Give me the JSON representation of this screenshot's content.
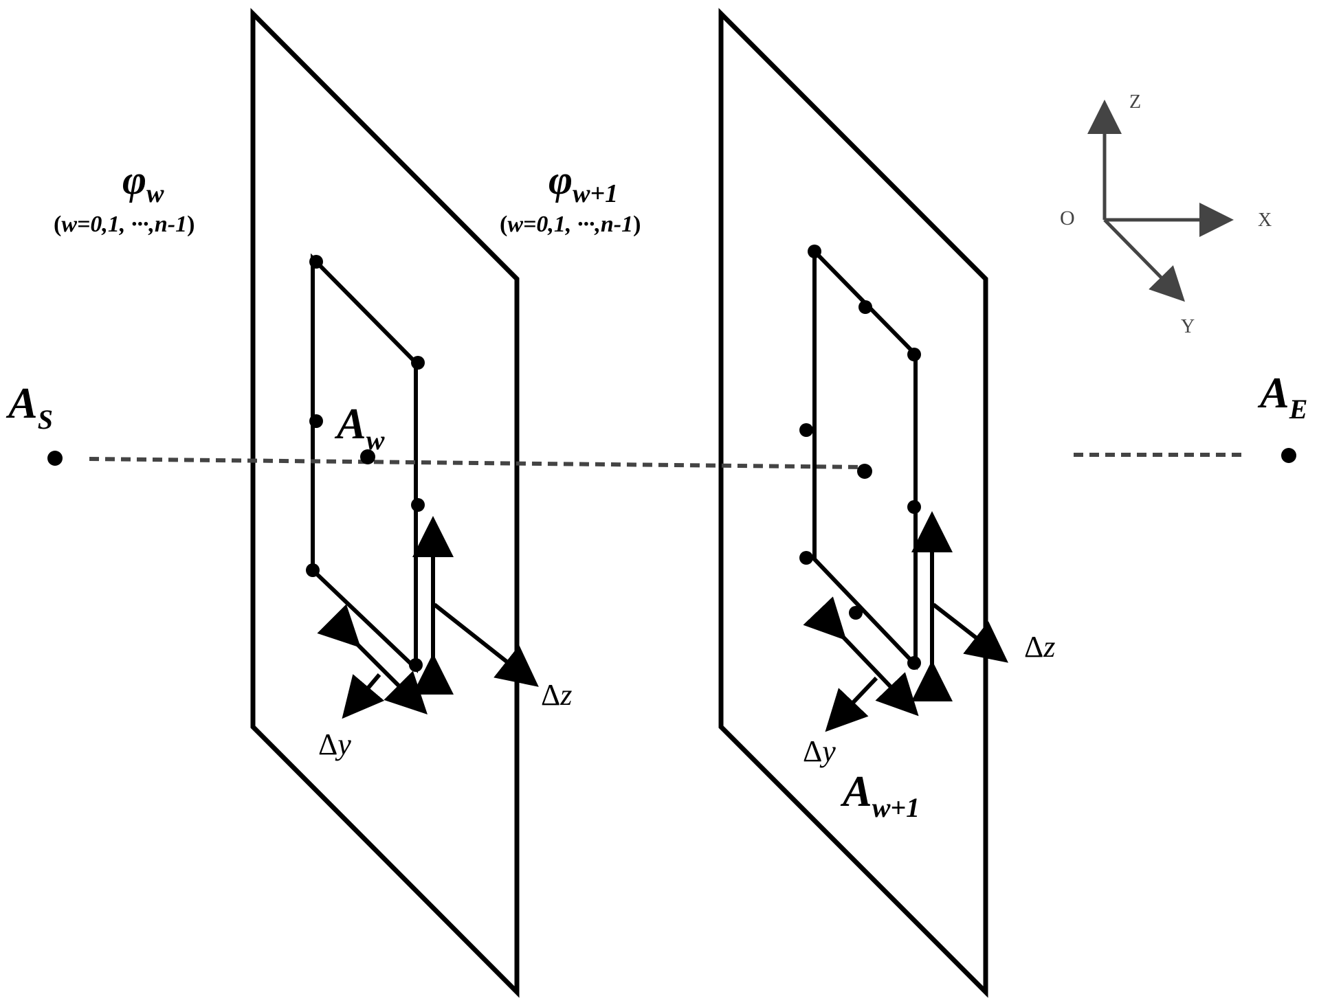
{
  "diagram": {
    "labels": {
      "A_S": {
        "base": "A",
        "sub": "S"
      },
      "A_E": {
        "base": "A",
        "sub": "E"
      },
      "A_w": {
        "base": "A",
        "sub": "w"
      },
      "A_w1": {
        "base": "A",
        "sub": "w+1"
      },
      "phi_w": {
        "base": "φ",
        "sub": "w"
      },
      "phi_w1": {
        "base": "φ",
        "sub": "w+1"
      },
      "range_w": {
        "open": "(",
        "expr": "w=0,1, ···,n-1",
        "close": ")"
      },
      "range_w1": {
        "open": "(",
        "expr": "w=0,1, ···,n-1",
        "close": ")"
      },
      "dz_left": {
        "delta": "Δ",
        "var": "z"
      },
      "dy_left": {
        "delta": "Δ",
        "var": "y"
      },
      "dz_right": {
        "delta": "Δ",
        "var": "z"
      },
      "dy_right": {
        "delta": "Δ",
        "var": "y"
      }
    },
    "axes": {
      "z": "Z",
      "x": "X",
      "y": "Y",
      "origin": "O"
    },
    "colors": {
      "line": "#000000",
      "path": "#444444",
      "axis": "#444444"
    }
  }
}
